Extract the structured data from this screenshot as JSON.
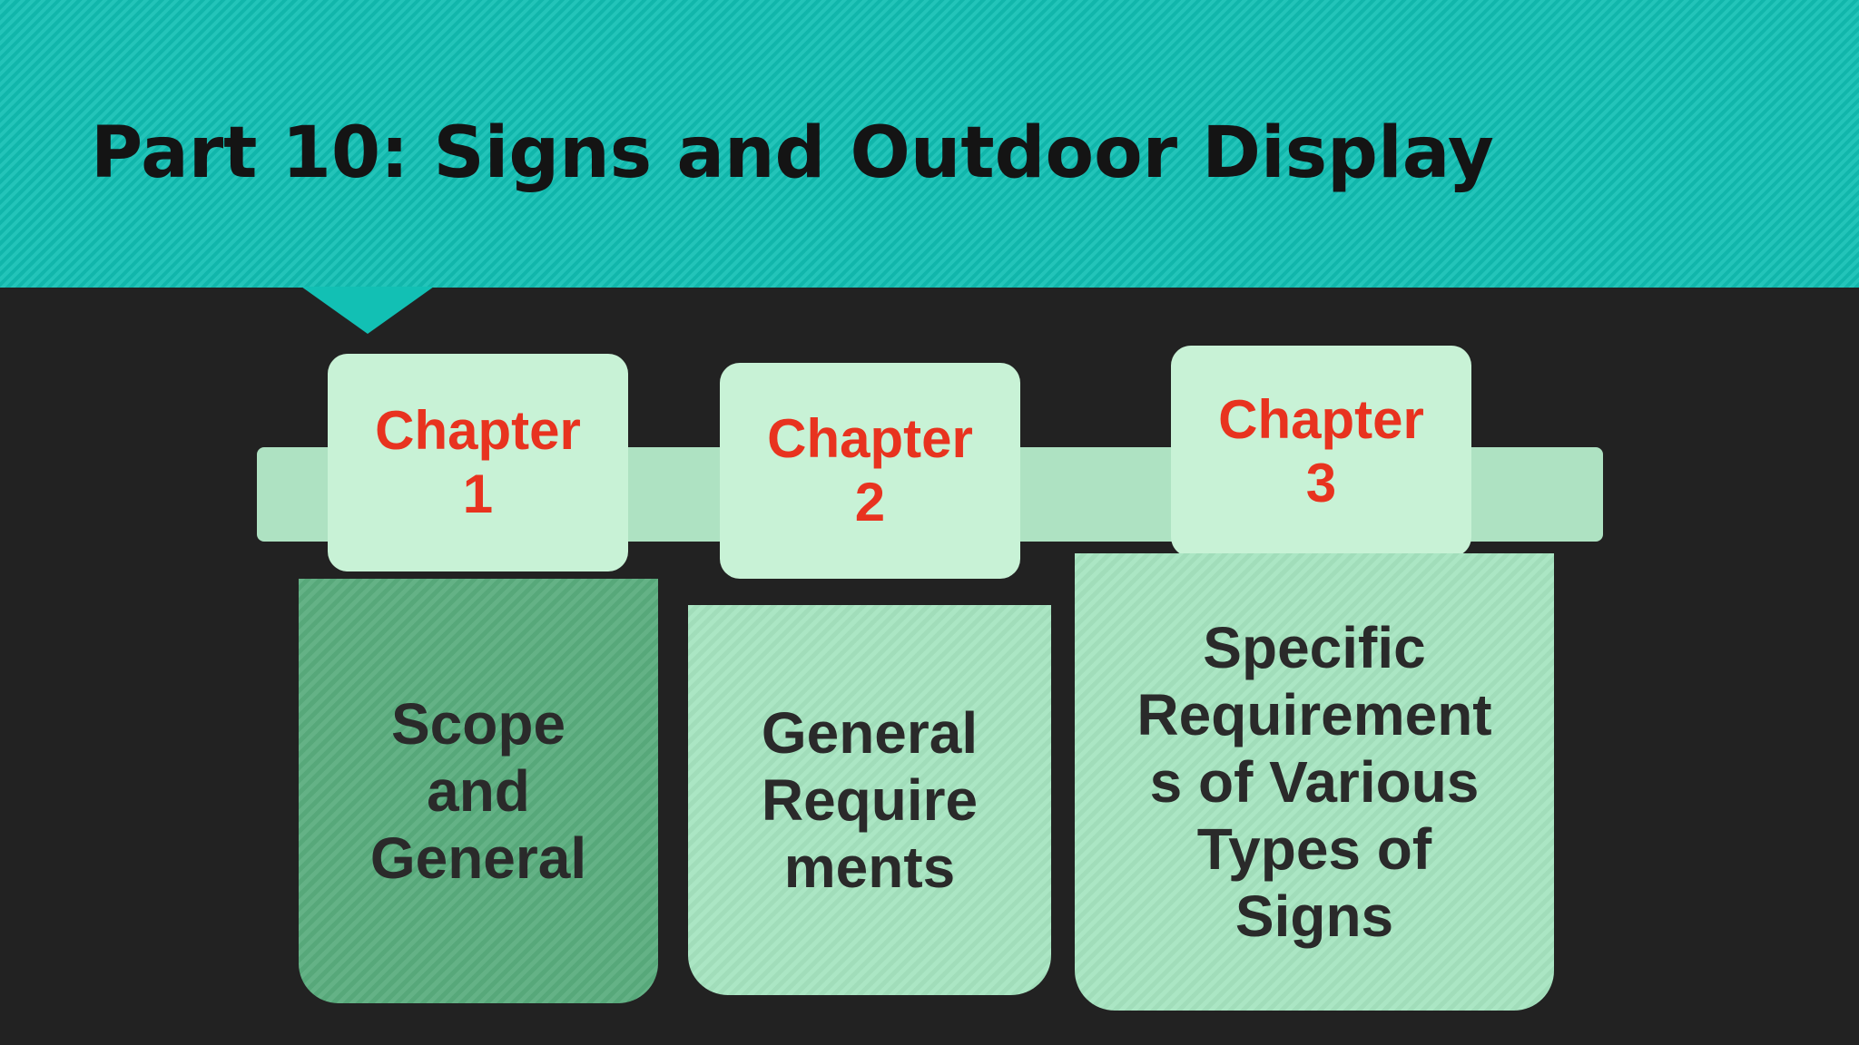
{
  "slide": {
    "title": "Part 10: Signs and Outdoor Display"
  },
  "chapters": [
    {
      "tab_line1": "Chapter",
      "tab_line2": "1",
      "content_lines": [
        "Scope",
        "and",
        "General"
      ],
      "panel_color": "#5aad7e"
    },
    {
      "tab_line1": "Chapter",
      "tab_line2": "2",
      "content_lines": [
        "General",
        "Require",
        "ments"
      ],
      "panel_color": "#a6e4c0"
    },
    {
      "tab_line1": "Chapter",
      "tab_line2": "3",
      "content_lines": [
        "Specific",
        "Requirement",
        "s of Various",
        "Types of",
        "Signs"
      ],
      "panel_color": "#a6e4c0"
    }
  ],
  "colors": {
    "header": "#12c0b4",
    "background": "#222222",
    "tab": "#c8f2d6",
    "tab_text": "#e8331f",
    "band": "#aee2c2"
  }
}
